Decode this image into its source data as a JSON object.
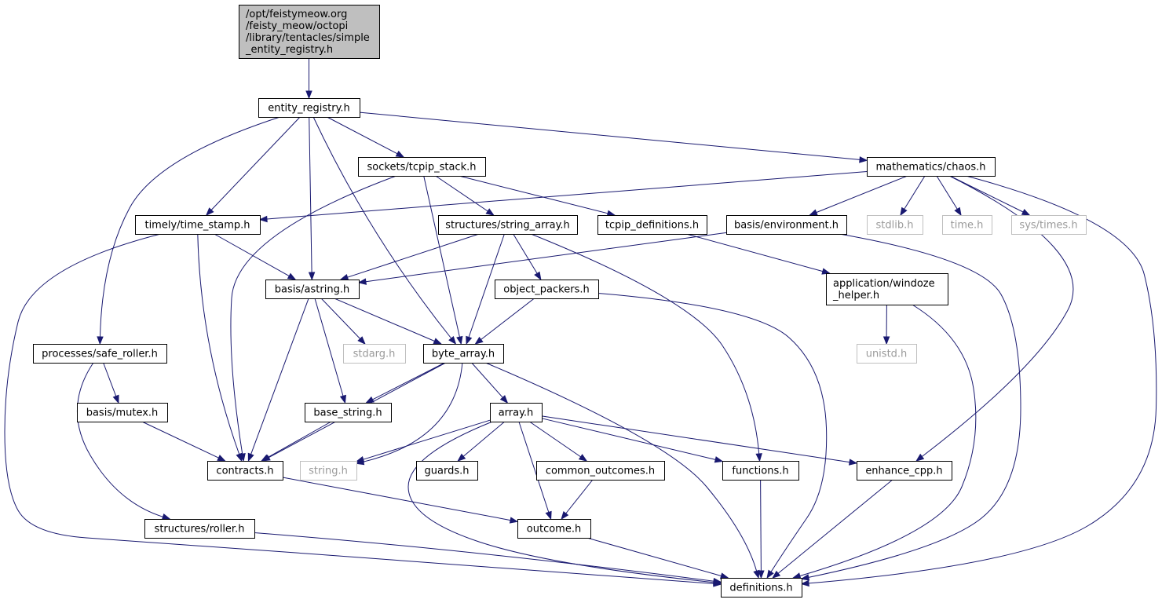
{
  "colors": {
    "edge": "#191970",
    "root_fill": "#bfbfbf",
    "root_stroke": "#000000",
    "node_fill": "#ffffff",
    "node_stroke": "#000000",
    "external_stroke": "#bfbfbf",
    "node_text": "#000000",
    "external_text": "#9a9a9a"
  },
  "graph": {
    "nodes": [
      {
        "id": "root",
        "lines": [
          "/opt/feistymeow.org",
          "/feisty_meow/octopi",
          "/library/tentacles/simple",
          "_entity_registry.h"
        ],
        "kind": "root"
      },
      {
        "id": "entity_registry",
        "lines": [
          "entity_registry.h"
        ],
        "kind": "normal"
      },
      {
        "id": "tcpip_stack",
        "lines": [
          "sockets/tcpip_stack.h"
        ],
        "kind": "normal"
      },
      {
        "id": "chaos",
        "lines": [
          "mathematics/chaos.h"
        ],
        "kind": "normal"
      },
      {
        "id": "time_stamp",
        "lines": [
          "timely/time_stamp.h"
        ],
        "kind": "normal"
      },
      {
        "id": "string_array",
        "lines": [
          "structures/string_array.h"
        ],
        "kind": "normal"
      },
      {
        "id": "tcpip_definitions",
        "lines": [
          "tcpip_definitions.h"
        ],
        "kind": "normal"
      },
      {
        "id": "environment",
        "lines": [
          "basis/environment.h"
        ],
        "kind": "normal"
      },
      {
        "id": "stdlib",
        "lines": [
          "stdlib.h"
        ],
        "kind": "external"
      },
      {
        "id": "time",
        "lines": [
          "time.h"
        ],
        "kind": "external"
      },
      {
        "id": "sys_times",
        "lines": [
          "sys/times.h"
        ],
        "kind": "external"
      },
      {
        "id": "astring",
        "lines": [
          "basis/astring.h"
        ],
        "kind": "normal"
      },
      {
        "id": "object_packers",
        "lines": [
          "object_packers.h"
        ],
        "kind": "normal"
      },
      {
        "id": "windoze_helper",
        "lines": [
          "application/windoze",
          "_helper.h"
        ],
        "kind": "normal"
      },
      {
        "id": "safe_roller",
        "lines": [
          "processes/safe_roller.h"
        ],
        "kind": "normal"
      },
      {
        "id": "stdarg",
        "lines": [
          "stdarg.h"
        ],
        "kind": "external"
      },
      {
        "id": "byte_array",
        "lines": [
          "byte_array.h"
        ],
        "kind": "normal"
      },
      {
        "id": "unistd",
        "lines": [
          "unistd.h"
        ],
        "kind": "external"
      },
      {
        "id": "mutex",
        "lines": [
          "basis/mutex.h"
        ],
        "kind": "normal"
      },
      {
        "id": "base_string",
        "lines": [
          "base_string.h"
        ],
        "kind": "normal"
      },
      {
        "id": "array",
        "lines": [
          "array.h"
        ],
        "kind": "normal"
      },
      {
        "id": "contracts",
        "lines": [
          "contracts.h"
        ],
        "kind": "normal"
      },
      {
        "id": "string_h",
        "lines": [
          "string.h"
        ],
        "kind": "external"
      },
      {
        "id": "guards",
        "lines": [
          "guards.h"
        ],
        "kind": "normal"
      },
      {
        "id": "common_outcomes",
        "lines": [
          "common_outcomes.h"
        ],
        "kind": "normal"
      },
      {
        "id": "functions",
        "lines": [
          "functions.h"
        ],
        "kind": "normal"
      },
      {
        "id": "enhance_cpp",
        "lines": [
          "enhance_cpp.h"
        ],
        "kind": "normal"
      },
      {
        "id": "roller",
        "lines": [
          "structures/roller.h"
        ],
        "kind": "normal"
      },
      {
        "id": "outcome",
        "lines": [
          "outcome.h"
        ],
        "kind": "normal"
      },
      {
        "id": "definitions",
        "lines": [
          "definitions.h"
        ],
        "kind": "normal"
      }
    ],
    "edges": [
      {
        "from": "root",
        "to": "entity_registry"
      },
      {
        "from": "entity_registry",
        "to": "tcpip_stack"
      },
      {
        "from": "entity_registry",
        "to": "chaos"
      },
      {
        "from": "entity_registry",
        "to": "time_stamp"
      },
      {
        "from": "entity_registry",
        "to": "astring"
      },
      {
        "from": "entity_registry",
        "to": "byte_array"
      },
      {
        "from": "entity_registry",
        "to": "safe_roller"
      },
      {
        "from": "tcpip_stack",
        "to": "string_array"
      },
      {
        "from": "tcpip_stack",
        "to": "tcpip_definitions"
      },
      {
        "from": "tcpip_stack",
        "to": "byte_array"
      },
      {
        "from": "tcpip_stack",
        "to": "contracts"
      },
      {
        "from": "chaos",
        "to": "time_stamp"
      },
      {
        "from": "chaos",
        "to": "environment"
      },
      {
        "from": "chaos",
        "to": "stdlib"
      },
      {
        "from": "chaos",
        "to": "time"
      },
      {
        "from": "chaos",
        "to": "sys_times"
      },
      {
        "from": "chaos",
        "to": "enhance_cpp"
      },
      {
        "from": "chaos",
        "to": "definitions"
      },
      {
        "from": "time_stamp",
        "to": "astring"
      },
      {
        "from": "time_stamp",
        "to": "contracts"
      },
      {
        "from": "time_stamp",
        "to": "definitions"
      },
      {
        "from": "string_array",
        "to": "astring"
      },
      {
        "from": "string_array",
        "to": "object_packers"
      },
      {
        "from": "string_array",
        "to": "byte_array"
      },
      {
        "from": "string_array",
        "to": "functions"
      },
      {
        "from": "tcpip_definitions",
        "to": "windoze_helper"
      },
      {
        "from": "environment",
        "to": "astring"
      },
      {
        "from": "environment",
        "to": "definitions"
      },
      {
        "from": "astring",
        "to": "stdarg"
      },
      {
        "from": "astring",
        "to": "byte_array"
      },
      {
        "from": "astring",
        "to": "base_string"
      },
      {
        "from": "astring",
        "to": "contracts"
      },
      {
        "from": "object_packers",
        "to": "byte_array"
      },
      {
        "from": "object_packers",
        "to": "definitions"
      },
      {
        "from": "windoze_helper",
        "to": "unistd"
      },
      {
        "from": "windoze_helper",
        "to": "definitions"
      },
      {
        "from": "safe_roller",
        "to": "mutex"
      },
      {
        "from": "safe_roller",
        "to": "roller"
      },
      {
        "from": "byte_array",
        "to": "base_string"
      },
      {
        "from": "byte_array",
        "to": "array"
      },
      {
        "from": "byte_array",
        "to": "contracts"
      },
      {
        "from": "byte_array",
        "to": "string_h"
      },
      {
        "from": "byte_array",
        "to": "definitions"
      },
      {
        "from": "mutex",
        "to": "contracts"
      },
      {
        "from": "base_string",
        "to": "contracts"
      },
      {
        "from": "array",
        "to": "string_h"
      },
      {
        "from": "array",
        "to": "guards"
      },
      {
        "from": "array",
        "to": "common_outcomes"
      },
      {
        "from": "array",
        "to": "outcome"
      },
      {
        "from": "array",
        "to": "functions"
      },
      {
        "from": "array",
        "to": "enhance_cpp"
      },
      {
        "from": "array",
        "to": "definitions"
      },
      {
        "from": "contracts",
        "to": "outcome"
      },
      {
        "from": "common_outcomes",
        "to": "outcome"
      },
      {
        "from": "functions",
        "to": "definitions"
      },
      {
        "from": "enhance_cpp",
        "to": "definitions"
      },
      {
        "from": "roller",
        "to": "definitions"
      },
      {
        "from": "outcome",
        "to": "definitions"
      }
    ]
  }
}
